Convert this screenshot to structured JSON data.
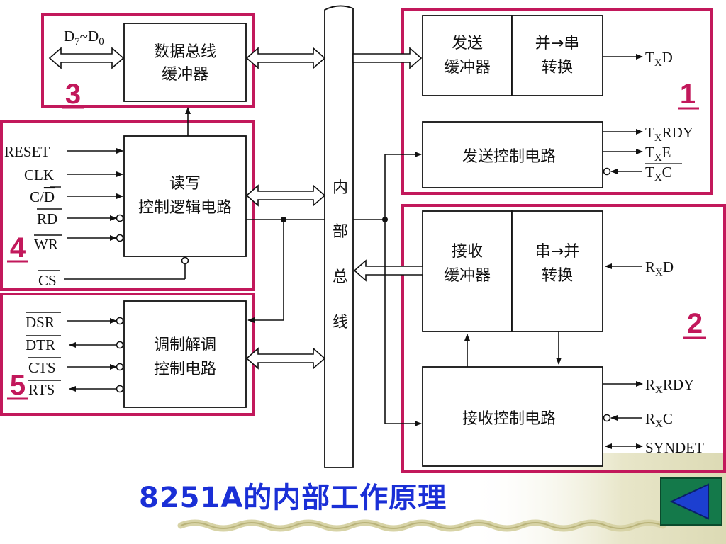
{
  "title": "8251A的内部工作原理",
  "section_numbers": [
    "1",
    "2",
    "3",
    "4",
    "5"
  ],
  "internal_bus": [
    "内",
    "部",
    "总",
    "线"
  ],
  "blocks": {
    "data_bus_buffer": [
      "数据总线",
      "缓冲器"
    ],
    "rw_control": [
      "读写",
      "控制逻辑电路"
    ],
    "modem_control": [
      "调制解调",
      "控制电路"
    ],
    "tx_buffer": [
      "发送",
      "缓冲器"
    ],
    "tx_converter": [
      "并→串",
      "转换"
    ],
    "tx_control": "发送控制电路",
    "rx_buffer": [
      "接收",
      "缓冲器"
    ],
    "rx_converter": [
      "串→并",
      "转换"
    ],
    "rx_control": "接收控制电路"
  },
  "signals": {
    "data_bus": {
      "a": "D",
      "a_sub": "7",
      "sep": "~D",
      "b_sub": "0"
    },
    "left_rw": [
      "RESET",
      "CLK",
      "C/",
      "D",
      "RD",
      "WR",
      "CS"
    ],
    "left_modem": [
      "DSR",
      "DTR",
      "CTS",
      "RTS"
    ],
    "tx": [
      {
        "pre": "T",
        "sub": "X",
        "post": "D"
      },
      {
        "pre": "T",
        "sub": "X",
        "post": "RDY"
      },
      {
        "pre": "T",
        "sub": "X",
        "post": "E"
      },
      {
        "pre": "T",
        "sub": "X",
        "post": "C"
      }
    ],
    "rx": [
      {
        "pre": "R",
        "sub": "X",
        "post": "D"
      },
      {
        "pre": "R",
        "sub": "X",
        "post": "RDY"
      },
      {
        "pre": "R",
        "sub": "X",
        "post": "C"
      },
      {
        "pre": "",
        "sub": "",
        "post": "SYNDET"
      }
    ]
  },
  "colors": {
    "frame": "#c2185b",
    "title": "#1a2fd6",
    "button": "#14794a",
    "line": "#111111"
  },
  "nav": {
    "back_icon": "triangle-left-icon"
  }
}
